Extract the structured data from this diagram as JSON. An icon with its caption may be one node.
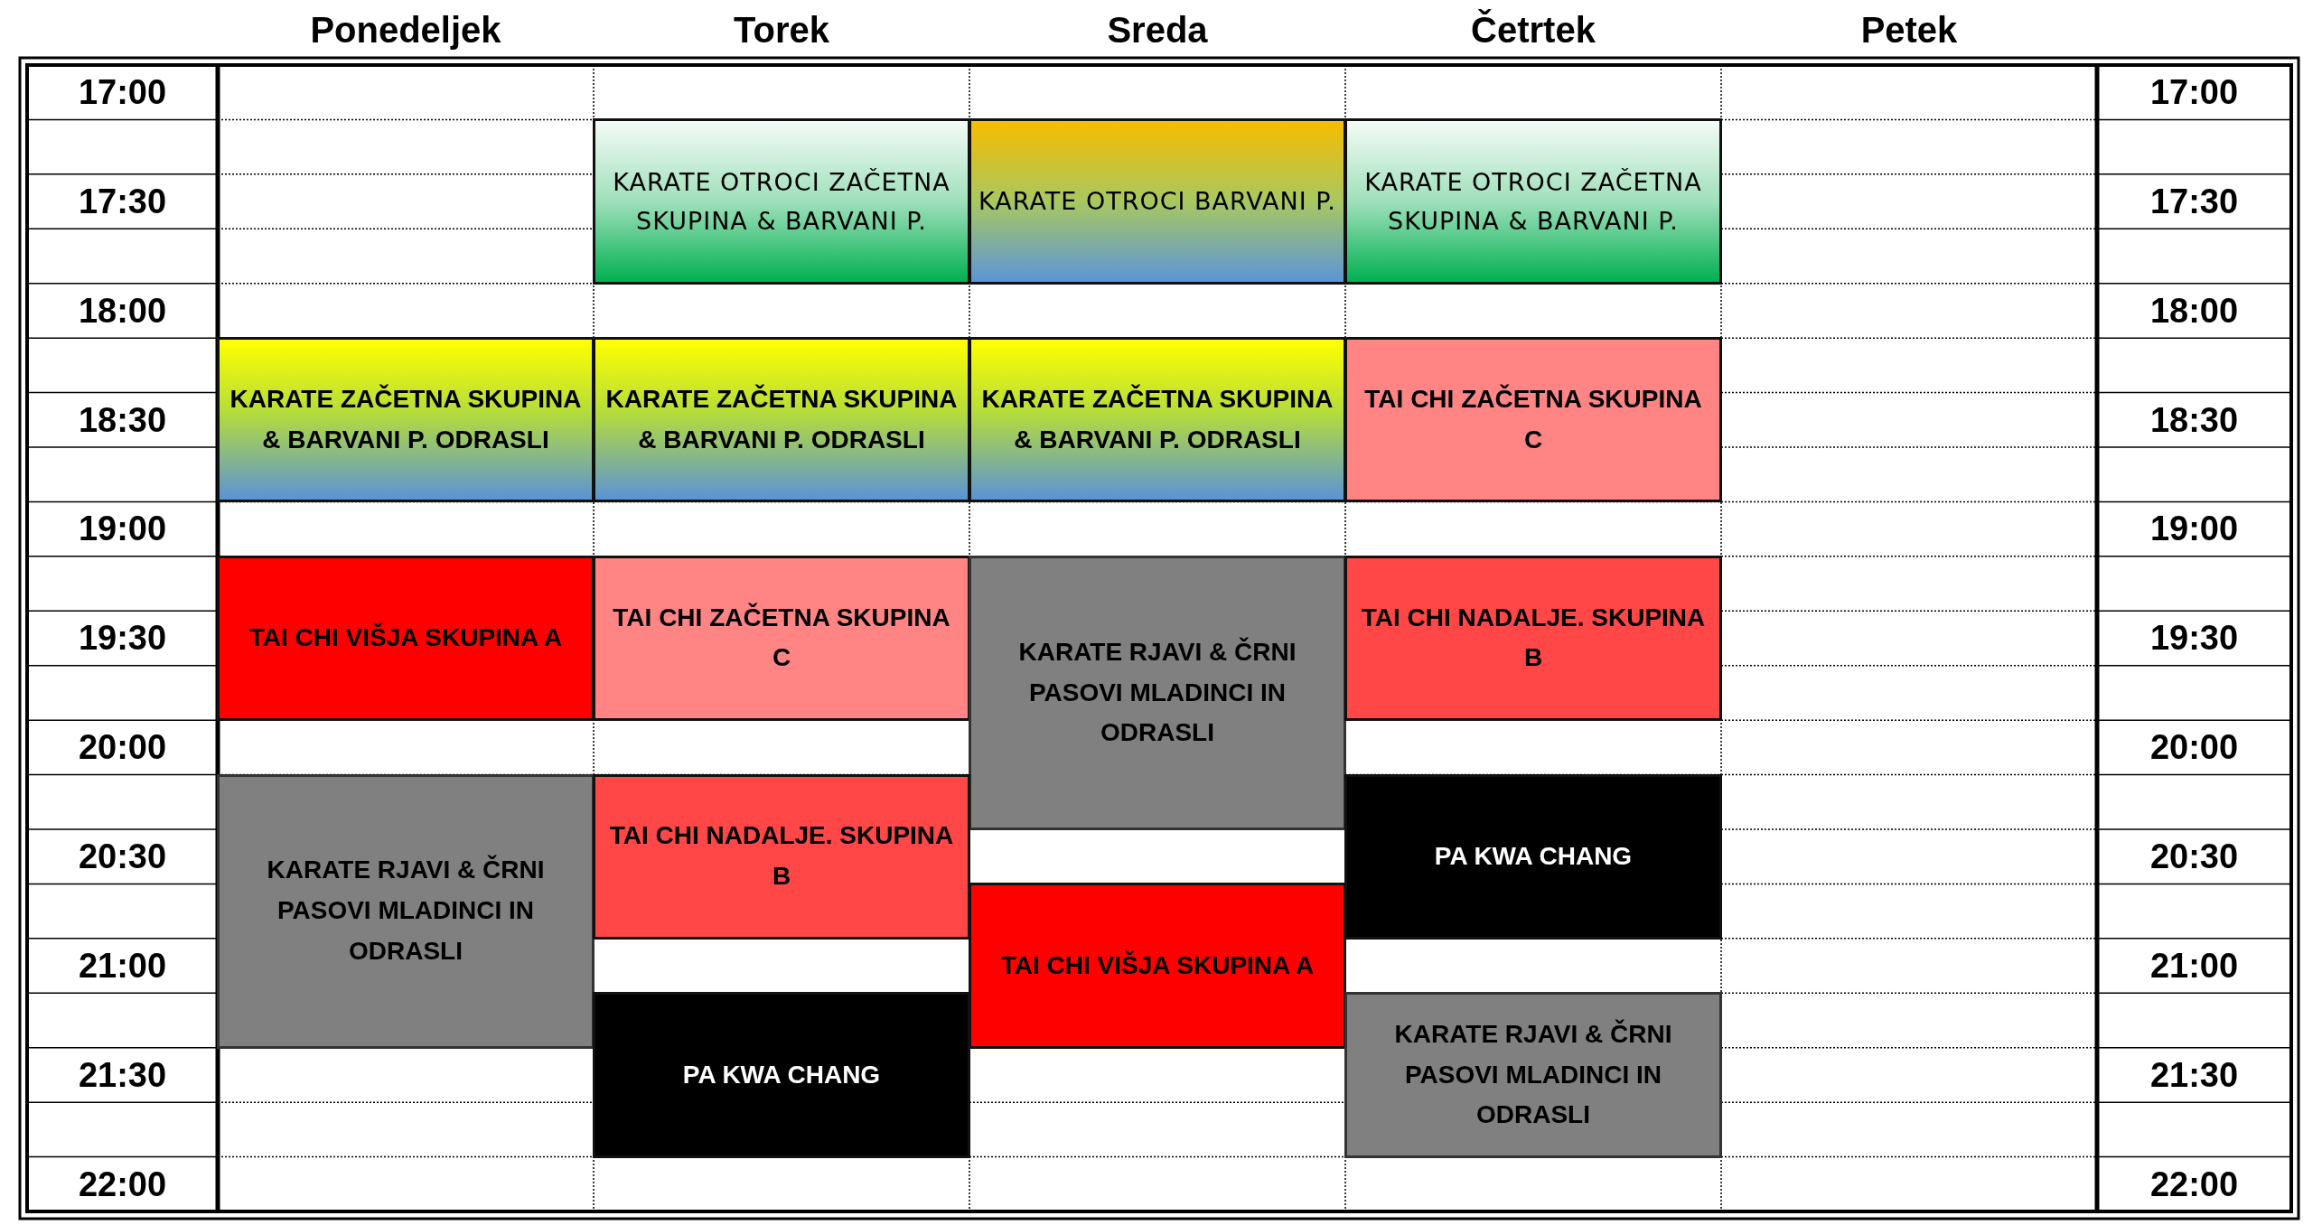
{
  "diagram": {
    "nodes": [
      {
        "text": [
          "KARATE OTROCI ZAČETNA SKUPINA & BARVANI P."
        ]
      },
      {
        "text": [
          "KARATE OTROCI BARVANI P."
        ]
      },
      {
        "text": [
          "KARATE OTROCI ZAČETNA SKUPINA & BARVANI P."
        ]
      },
      {
        "text": [
          "KARATE ZAČETNA SKUPINA & BARVANI P. ODRASLI"
        ]
      },
      {
        "text": [
          "KARATE ZAČETNA SKUPINA & BARVANI P. ODRASLI"
        ]
      },
      {
        "text": [
          "KARATE ZAČETNA SKUPINA & BARVANI P. ODRASLI"
        ]
      },
      {
        "text": [
          "TAI CHI ZAČETNA SKUPINA C"
        ]
      },
      {
        "text": [
          "TAI CHI VIŠJA SKUPINA A"
        ]
      },
      {
        "text": [
          "TAI CHI ZAČETNA SKUPINA C"
        ]
      },
      {
        "text": [
          "KARATE RJAVI & ČRNI PASOVI MLADINCI IN ODRASLI"
        ]
      },
      {
        "text": [
          "TAI CHI NADALJE. SKUPINA B"
        ]
      },
      {
        "text": [
          "KARATE RJAVI & ČRNI PASOVI MLADINCI IN ODRASLI"
        ]
      },
      {
        "text": [
          "TAI CHI NADALJE. SKUPINA B"
        ]
      },
      {
        "text": [
          "PA KWA CHANG"
        ]
      },
      {
        "text": [
          "TAI CHI VIŠJA SKUPINA A"
        ]
      },
      {
        "text": [
          "PA KWA CHANG"
        ]
      },
      {
        "text": [
          "KARATE RJAVI & ČRNI PASOVI MLADINCI IN ODRASLI"
        ]
      }
    ],
    "labels": [
      "Ponedeljek",
      "Torek",
      "Sreda",
      "Četrtek",
      "Petek",
      "17:00",
      "17:00",
      "17:30",
      "17:30",
      "18:00",
      "18:00",
      "18:30",
      "18:30",
      "19:00",
      "19:00",
      "19:30",
      "19:30",
      "20:00",
      "20:00",
      "20:30",
      "20:30",
      "21:00",
      "21:00",
      "21:30",
      "21:30",
      "22:00",
      "22:00"
    ]
  }
}
